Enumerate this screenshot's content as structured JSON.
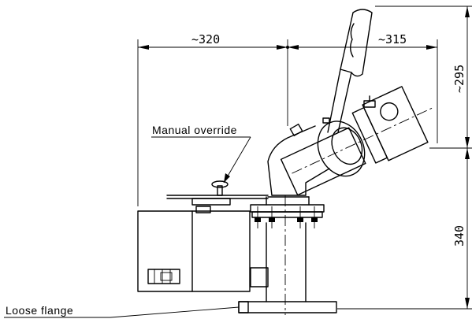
{
  "labels": {
    "manual_override": "Manual override",
    "loose_flange": "Loose flange"
  },
  "dimensions": {
    "left_width": "~320",
    "right_width": "~315",
    "top_height": "~295",
    "base_height": "340"
  }
}
